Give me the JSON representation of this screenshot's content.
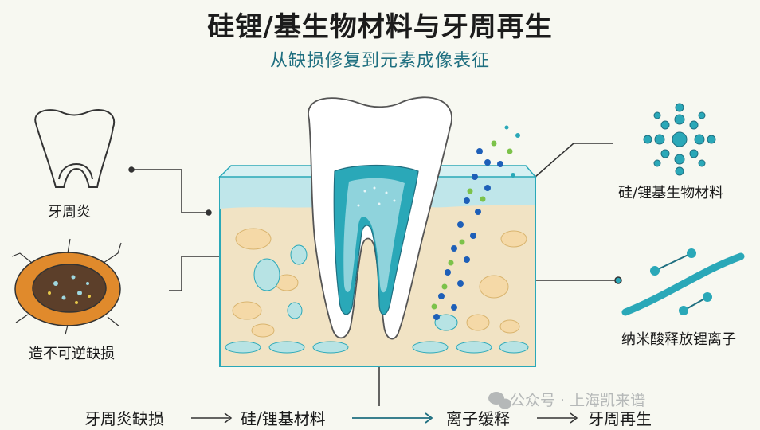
{
  "header": {
    "title": "硅锂/基生物材料与牙周再生",
    "subtitle": "从缺损修复到元素成像表征"
  },
  "left_labels": {
    "periodontitis": "牙周炎",
    "irreversible_defect": "造不可逆缺损"
  },
  "right_labels": {
    "biomaterial": "硅/锂基生物材料",
    "nano_release": "纳米酸释放锂离子"
  },
  "flow": {
    "step1": "牙周炎缺损",
    "step2": "硅/锂基材料",
    "step3": "离子缓释",
    "step4": "牙周再生"
  },
  "watermark": {
    "text": "公众号 · 上海凯来谱"
  },
  "colors": {
    "teal": "#2aa8b8",
    "dark_teal": "#1f6f80",
    "bone": "#f1e3c4",
    "gum": "#bfe6ea",
    "blue_particle": "#1e5fb8",
    "green_particle": "#7cc24a"
  }
}
